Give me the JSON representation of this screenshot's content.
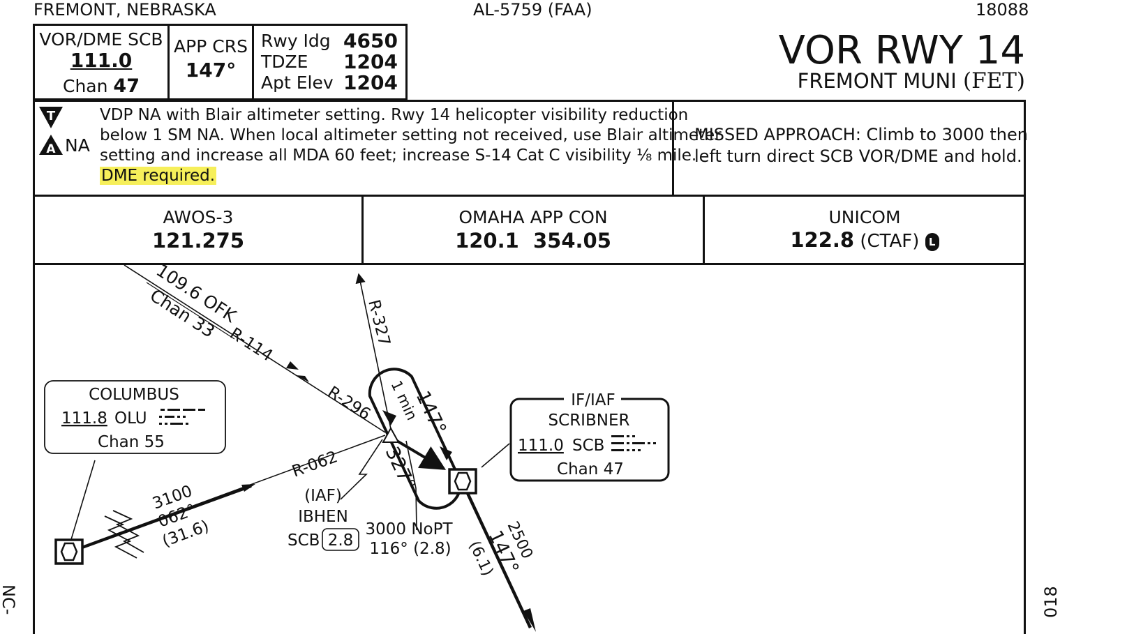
{
  "header": {
    "location": "FREMONT, NEBRASKA",
    "chart_id": "AL-5759 (FAA)",
    "cycle": "18088",
    "title": "VOR RWY 14",
    "airport_name": "FREMONT MUNI",
    "airport_id": "(FET)"
  },
  "nav": {
    "label": "VOR/DME  SCB",
    "freq": "111.0",
    "chan_prefix": "Chan ",
    "chan_num": "47"
  },
  "app_crs": {
    "label": "APP CRS",
    "value": "147°"
  },
  "elevations": [
    {
      "label": "Rwy Idg",
      "value": "4650"
    },
    {
      "label": "TDZE",
      "value": "1204"
    },
    {
      "label": "Apt Elev",
      "value": "1204"
    }
  ],
  "notes": {
    "t_symbol": "T",
    "a_symbol": "A",
    "na": "NA",
    "line1": "VDP NA with Blair altimeter setting. Rwy 14 helicopter visibility reduction",
    "line2": "below 1 SM NA. When local altimeter setting not received, use Blair altimeter",
    "line3": "setting and increase all MDA 60 feet; increase S-14 Cat C visibility ⅛ mile.",
    "line4": "DME required.",
    "highlight_color": "#f6ef5a"
  },
  "missed": {
    "line1": "MISSED APPROACH:  Climb to 3000 then",
    "line2": "left turn direct SCB VOR/DME and hold."
  },
  "comms": [
    {
      "name": "AWOS-3",
      "freq": "121.275",
      "extra": ""
    },
    {
      "name": "OMAHA APP CON",
      "freq": "120.1  354.05",
      "extra": ""
    },
    {
      "name": "UNICOM",
      "freq": "122.8",
      "extra": "(CTAF)",
      "symbol": "L"
    }
  ],
  "plan": {
    "ofk_freq": "109.6 OFK",
    "ofk_chan": "Chan 33",
    "r114": "R-114",
    "r296": "R-296",
    "r327": "R-327",
    "r062": "R-062",
    "hold_time": "1 min",
    "hold_inbound": "147°",
    "outbound": "327°",
    "columbus": {
      "name": "COLUMBUS",
      "freq": "111.8",
      "id": "OLU",
      "chan": "Chan 55"
    },
    "feeder": {
      "alt": "3100",
      "crs": "062°",
      "dist": "(31.6)"
    },
    "ibhen": {
      "iaf": "(IAF)",
      "name": "IBHEN",
      "facility": "SCB",
      "dme": "2.8"
    },
    "nopt": {
      "line1": "3000 NoPT",
      "line2": "116° (2.8)"
    },
    "scribner": {
      "role": "IF/IAF",
      "name": "SCRIBNER",
      "freq": "111.0",
      "id": "SCB",
      "chan": "Chan 47"
    },
    "final": {
      "alt": "2500",
      "crs": "147°",
      "dist": "(6.1)"
    }
  },
  "margins": {
    "left": "NC-",
    "right": "018"
  }
}
